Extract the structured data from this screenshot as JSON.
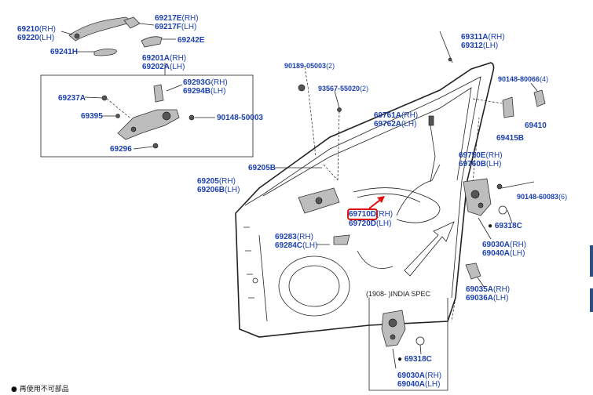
{
  "labels": {
    "p69210": {
      "num": "69210",
      "suf": "(RH)"
    },
    "p69220": {
      "num": "69220",
      "suf": "(LH)"
    },
    "p69217E": {
      "num": "69217E",
      "suf": "(RH)"
    },
    "p69217F": {
      "num": "69217F",
      "suf": "(LH)"
    },
    "p69242E": {
      "num": "69242E",
      "suf": ""
    },
    "p69241H": {
      "num": "69241H",
      "suf": ""
    },
    "p69201A": {
      "num": "69201A",
      "suf": "(RH)"
    },
    "p69202A": {
      "num": "69202A",
      "suf": "(LH)"
    },
    "p69293G": {
      "num": "69293G",
      "suf": "(RH)"
    },
    "p69294B": {
      "num": "69294B",
      "suf": "(LH)"
    },
    "p69237A": {
      "num": "69237A",
      "suf": ""
    },
    "p69395": {
      "num": "69395",
      "suf": ""
    },
    "p90148_50003": {
      "num": "90148-50003",
      "suf": ""
    },
    "p69296": {
      "num": "69296",
      "suf": ""
    },
    "p90189": {
      "num": "90189-05003",
      "suf": "(2)"
    },
    "p93567": {
      "num": "93567-55020",
      "suf": "(2)"
    },
    "p69311A": {
      "num": "69311A",
      "suf": "(RH)"
    },
    "p69312": {
      "num": "69312",
      "suf": "(LH)"
    },
    "p90148_80066": {
      "num": "90148-80066",
      "suf": "(4)"
    },
    "p69761A": {
      "num": "69761A",
      "suf": "(RH)"
    },
    "p69762A": {
      "num": "69762A",
      "suf": "(LH)"
    },
    "p69415B": {
      "num": "69415B",
      "suf": ""
    },
    "p69410": {
      "num": "69410",
      "suf": ""
    },
    "p69750E": {
      "num": "69750E",
      "suf": "(RH)"
    },
    "p69760B": {
      "num": "69760B",
      "suf": "(LH)"
    },
    "p69205B": {
      "num": "69205B",
      "suf": ""
    },
    "p69205": {
      "num": "69205",
      "suf": "(RH)"
    },
    "p69206B": {
      "num": "69206B",
      "suf": "(LH)"
    },
    "p90148_60083": {
      "num": "90148-60083",
      "suf": "(6)"
    },
    "p69710D": {
      "num": "69710D",
      "suf": "(RH)"
    },
    "p69720D": {
      "num": "69720D",
      "suf": "(LH)"
    },
    "p69318C_a": {
      "num": "69318C",
      "suf": ""
    },
    "p69283": {
      "num": "69283",
      "suf": "(RH)"
    },
    "p69284C": {
      "num": "69284C",
      "suf": "(LH)"
    },
    "p69030A_a": {
      "num": "69030A",
      "suf": "(RH)"
    },
    "p69040A_a": {
      "num": "69040A",
      "suf": "(LH)"
    },
    "p69035A": {
      "num": "69035A",
      "suf": "(RH)"
    },
    "p69036A": {
      "num": "69036A",
      "suf": "(LH)"
    },
    "p69318C_b": {
      "num": "69318C",
      "suf": ""
    },
    "p69030A_b": {
      "num": "69030A",
      "suf": "(RH)"
    },
    "p69040A_b": {
      "num": "69040A",
      "suf": "(LH)"
    }
  },
  "spec_note": "(1908-        )INDIA SPEC",
  "legend": "● 再使用不可部品",
  "colors": {
    "label": "#1a3fb0",
    "highlight": "#e01010",
    "arrow": "#e01010",
    "lines": "#222222"
  }
}
